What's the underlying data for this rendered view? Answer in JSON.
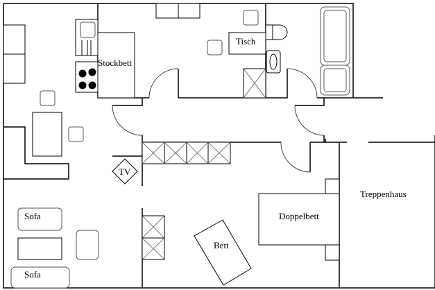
{
  "labels": {
    "stockbett": "Stockbett",
    "tisch": "Tisch",
    "tv": "TV",
    "treppenhaus": "Treppenhaus",
    "doppelbett": "Doppelbett",
    "bett": "Bett",
    "sofa_1": "Sofa",
    "sofa_2": "Sofa"
  },
  "colors": {
    "line": "#000000",
    "furniture_outline": "#555555",
    "background": "#ffffff"
  }
}
